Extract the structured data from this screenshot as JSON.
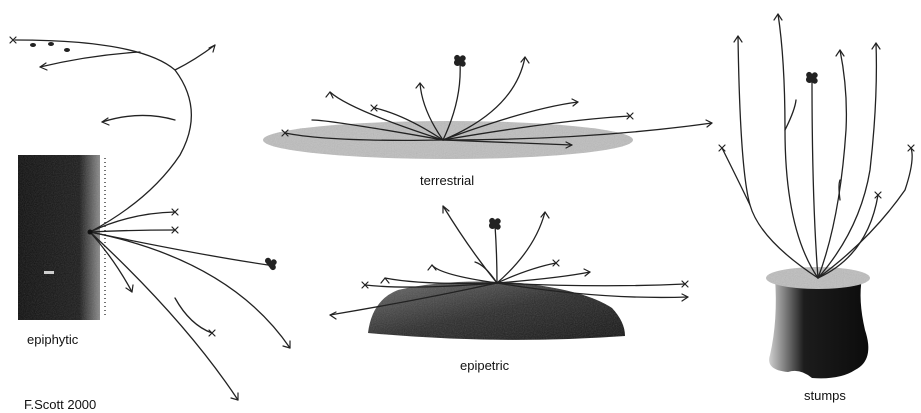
{
  "labels": {
    "epiphytic": "epiphytic",
    "terrestrial": "terrestrial",
    "epipetric": "epipetric",
    "stumps": "stumps",
    "credit": "F.Scott 2000"
  }
}
